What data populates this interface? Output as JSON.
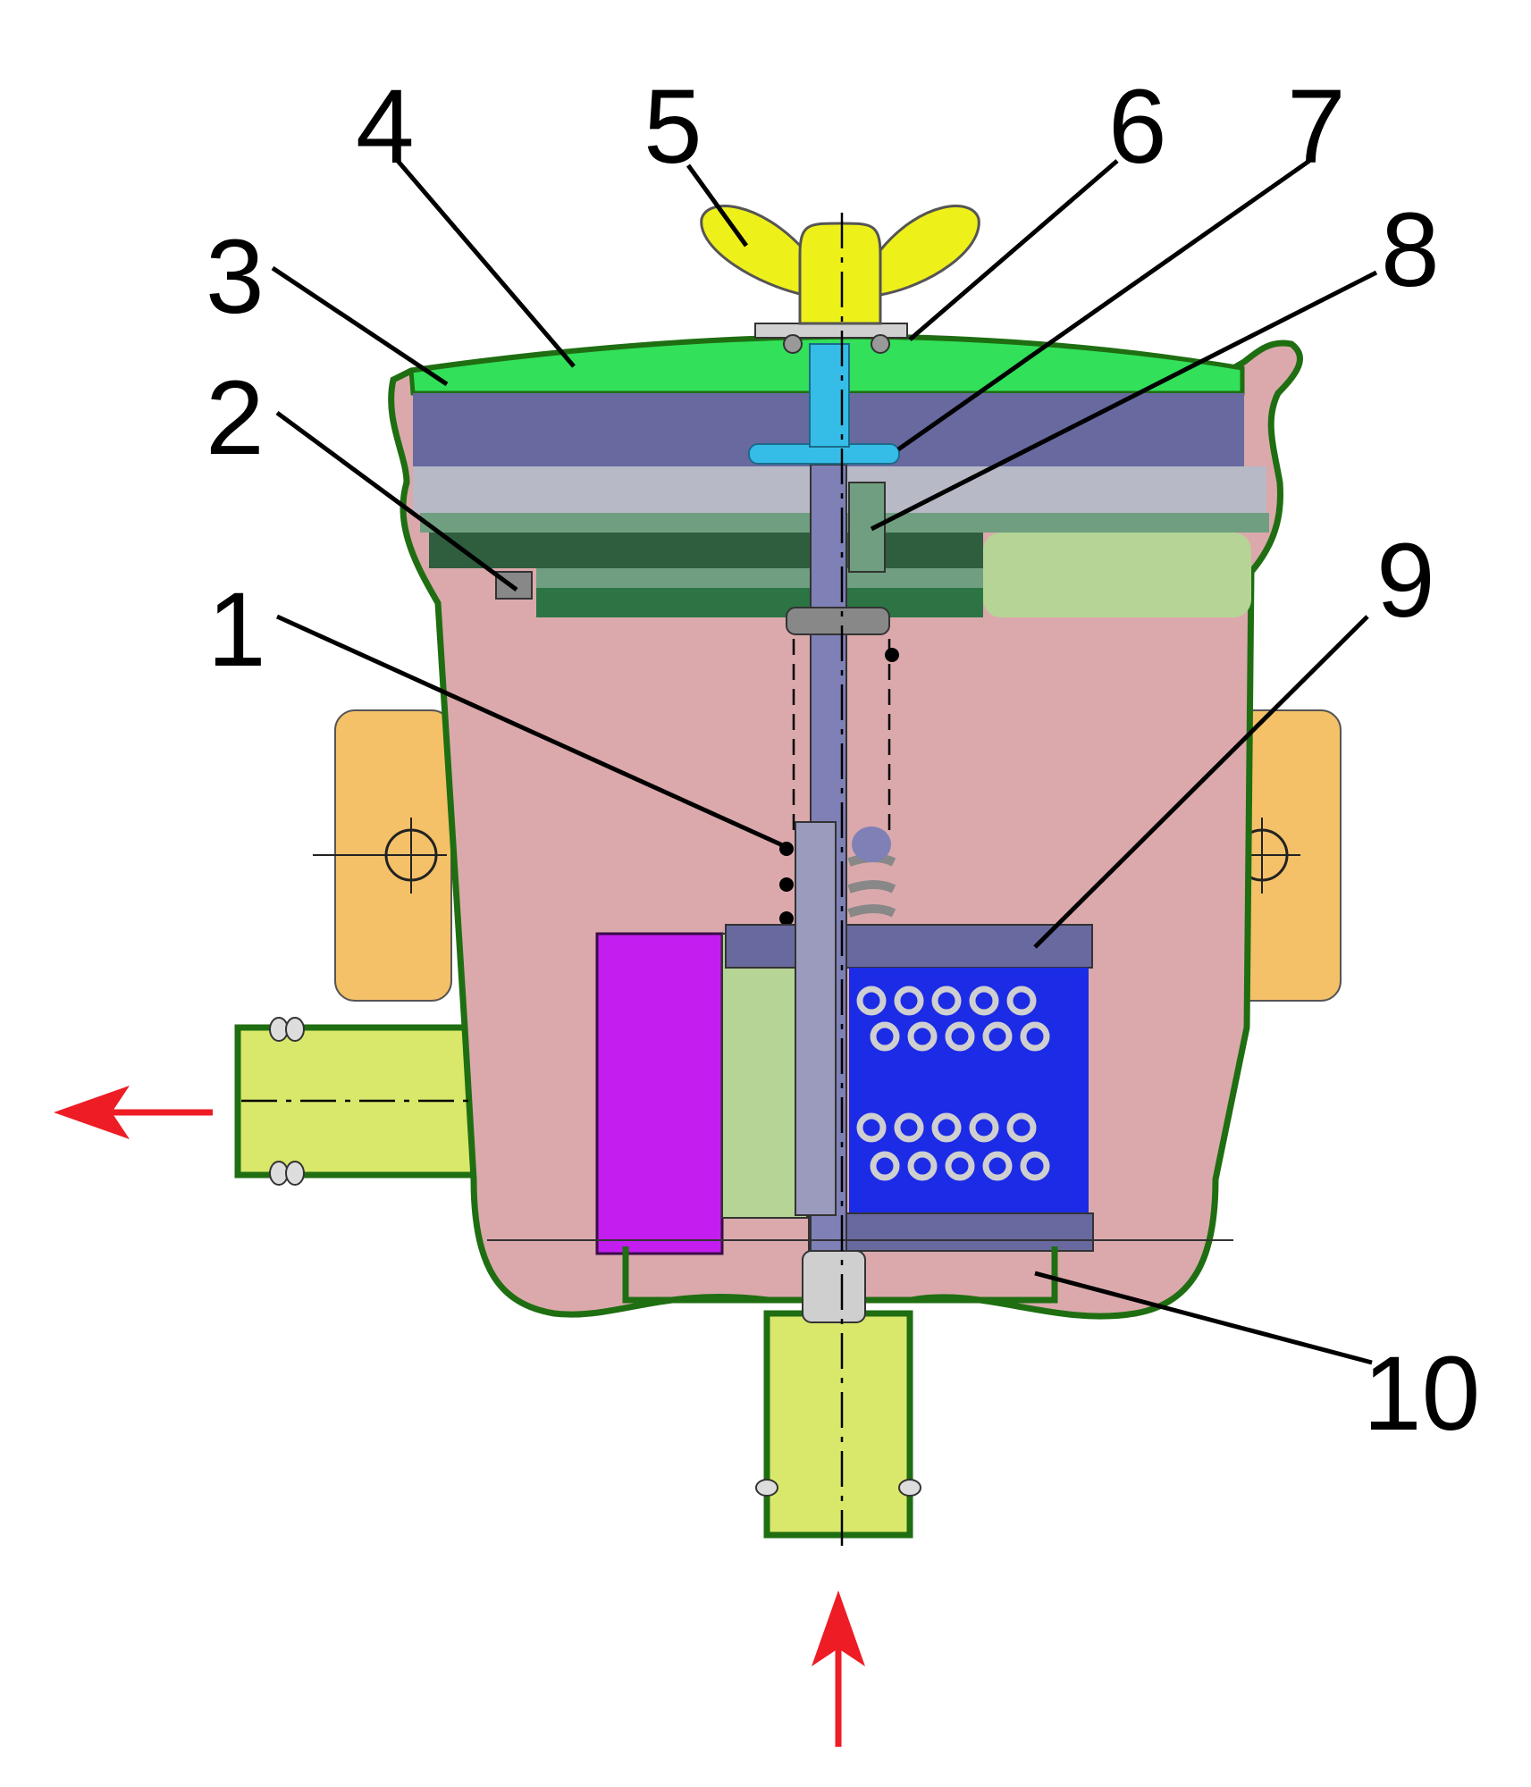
{
  "callouts": [
    {
      "id": "1",
      "text": "1"
    },
    {
      "id": "2",
      "text": "2"
    },
    {
      "id": "3",
      "text": "3"
    },
    {
      "id": "4",
      "text": "4"
    },
    {
      "id": "5",
      "text": "5"
    },
    {
      "id": "6",
      "text": "6"
    },
    {
      "id": "7",
      "text": "7"
    },
    {
      "id": "8",
      "text": "8"
    },
    {
      "id": "9",
      "text": "9"
    },
    {
      "id": "10",
      "text": "10"
    }
  ],
  "colors": {
    "housing_outline": "#2a7a18",
    "housing_fill": "#dba9ac",
    "cover": "#32e05a",
    "gasket_purple": "#68699f",
    "gasket_grey": "#b7b9c6",
    "green_dark": "#2f5e3f",
    "green_mid": "#6f9f80",
    "green_light": "#b5d496",
    "mounting_lugs": "#f4c168",
    "pipes": "#d9e86a",
    "wing_nut": "#eef01a",
    "stud": "#7f80b6",
    "washer_blue": "#35bde8",
    "filter_mesh": "#1c2be6",
    "magnet": "#c41df0",
    "flow_arrow": "#ee1c24"
  },
  "flow": {
    "inlet_arrow": "arrow-up",
    "outlet_arrow": "arrow-left"
  }
}
